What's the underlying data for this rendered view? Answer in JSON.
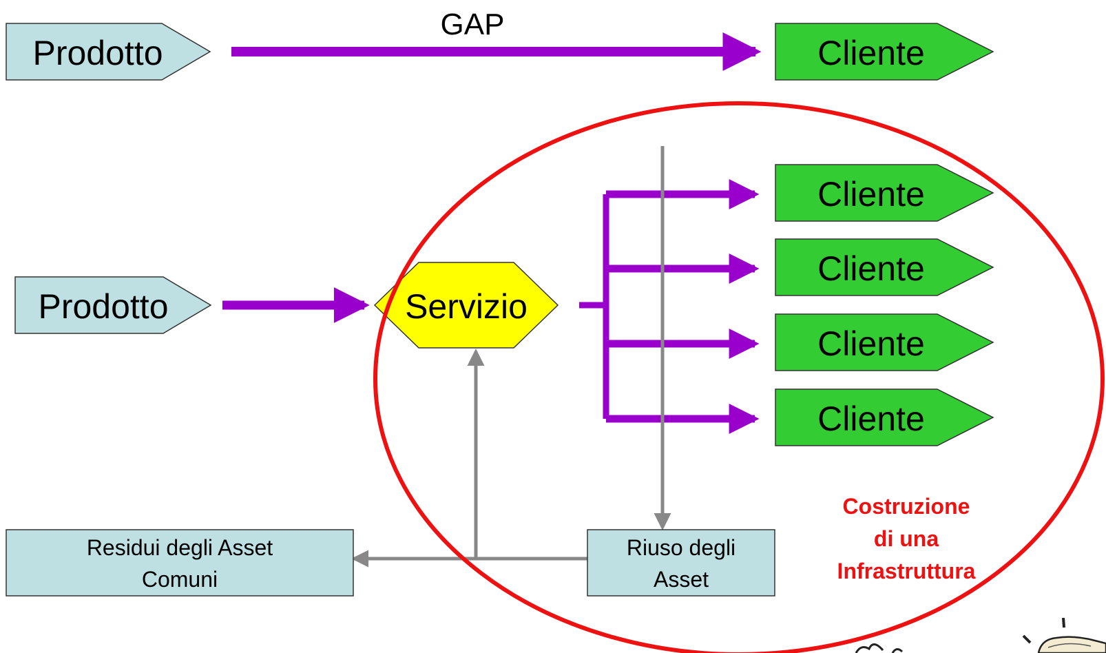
{
  "top_row": {
    "product_label": "Prodotto",
    "gap_label": "GAP",
    "client_label": "Cliente"
  },
  "service_row": {
    "product_label": "Prodotto",
    "service_label": "Servizio",
    "clients": [
      "Cliente",
      "Cliente",
      "Cliente",
      "Cliente"
    ]
  },
  "bottom_row": {
    "residues_lines": [
      "Residui degli Asset",
      "Comuni"
    ],
    "reuse_lines": [
      "Riuso degli",
      "Asset"
    ]
  },
  "infrastructure_lines": [
    "Costruzione",
    "di una",
    "Infrastruttura"
  ],
  "colors": {
    "product_fill": "#bfe0e3",
    "client_fill": "#33cc33",
    "service_fill": "#ffff00",
    "flow_arrow": "#9900cc",
    "asset_arrow": "#888888",
    "ellipse_stroke": "#ee1111",
    "infrastructure_text": "#ee1111"
  },
  "icons": [
    "scroll-paper-icon"
  ]
}
